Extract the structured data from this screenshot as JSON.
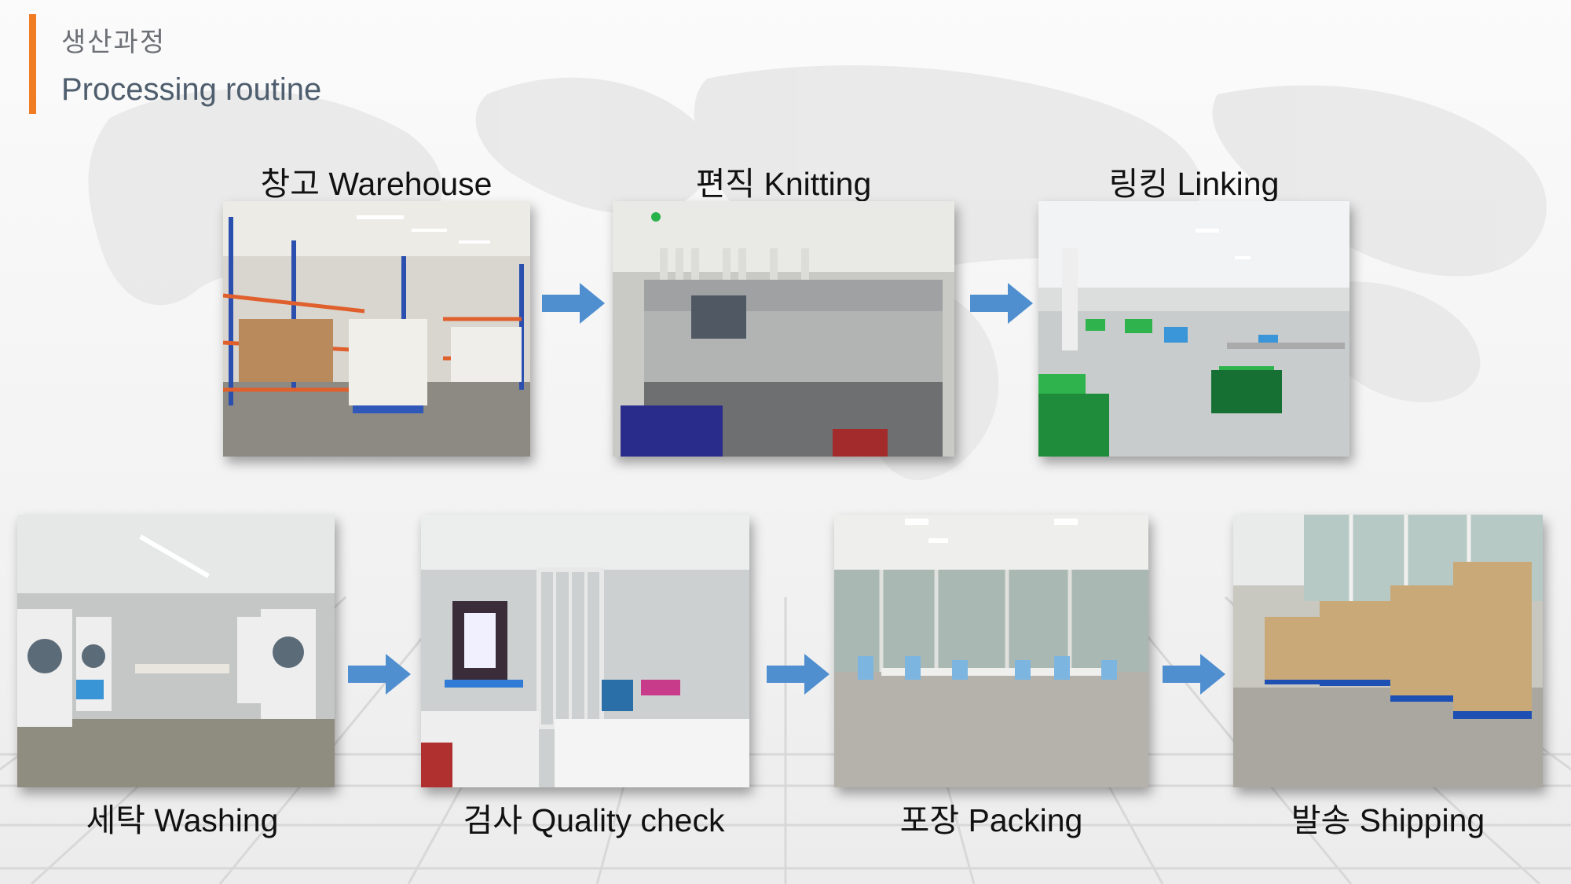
{
  "header": {
    "title_ko": "생산과정",
    "title_en": "Processing routine",
    "accent_color": "#f07c24"
  },
  "steps": [
    {
      "label": "창고 Warehouse",
      "image": "warehouse-photo"
    },
    {
      "label": "편직 Knitting",
      "image": "knitting-machine-photo"
    },
    {
      "label": "링킹 Linking",
      "image": "linking-workshop-photo"
    },
    {
      "label": "세탁  Washing",
      "image": "washing-machines-photo"
    },
    {
      "label": "검사 Quality check",
      "image": "quality-check-photo"
    },
    {
      "label": "포장 Packing",
      "image": "packing-room-photo"
    },
    {
      "label": "발송 Shipping",
      "image": "shipping-boxes-photo"
    }
  ],
  "arrow_color": "#4f8fd0"
}
